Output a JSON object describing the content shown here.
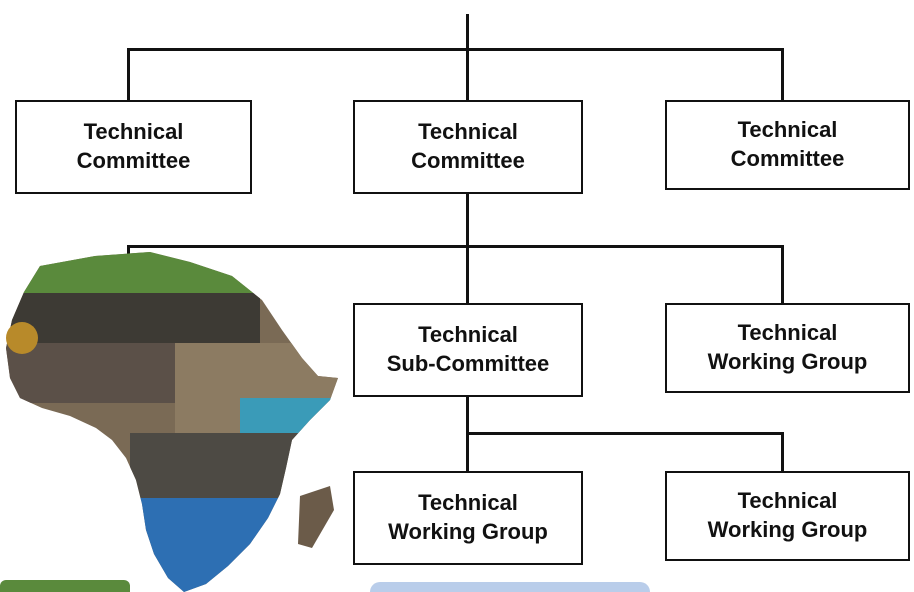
{
  "nodes": {
    "tc_left": {
      "line1": "Technical",
      "line2": "Committee"
    },
    "tc_center": {
      "line1": "Technical",
      "line2": "Committee"
    },
    "tc_right": {
      "line1": "Technical",
      "line2": "Committee"
    },
    "sub_committee": {
      "line1": "Technical",
      "line2": "Sub-Committee"
    },
    "wg_mid_right": {
      "line1": "Technical",
      "line2": "Working Group"
    },
    "wg_bottom_left": {
      "line1": "Technical",
      "line2": "Working Group"
    },
    "wg_bottom_right": {
      "line1": "Technical",
      "line2": "Working Group"
    }
  },
  "colors": {
    "line": "#111111",
    "box_border": "#111111",
    "collage_green": "#5a8a3c",
    "collage_blue": "#2d6fb3",
    "accent_banner": "#b9cdea"
  }
}
